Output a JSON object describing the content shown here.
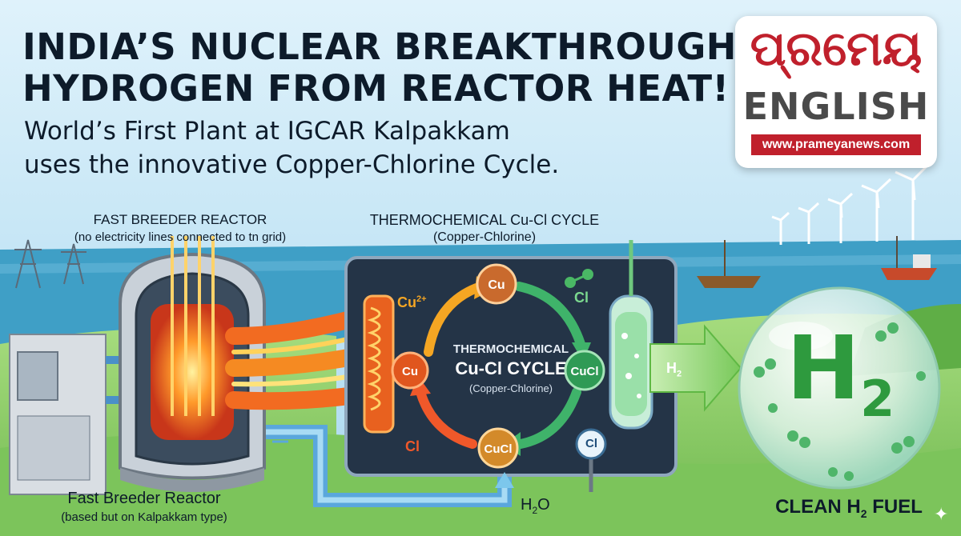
{
  "headline": {
    "line1": "INDIA’S NUCLEAR BREAKTHROUGH:",
    "line2": "HYDROGEN FROM REACTOR HEAT!"
  },
  "subheadline": {
    "line1": "World’s First Plant at IGCAR Kalpakkam",
    "line2": "uses the innovative Copper-Chlorine Cycle."
  },
  "logo": {
    "odia": "ପ୍ରମେୟ",
    "english": "ENGLISH",
    "url": "www.prameyanews.com"
  },
  "reactor": {
    "top_label": "FAST BREEDER REACTOR",
    "top_note": "(no electricity lines connected to tn grid)",
    "bottom_label": "Fast Breeder Reactor",
    "bottom_note": "(based but on Kalpakkam type)"
  },
  "cycle": {
    "top_label": "THERMOCHEMICAL Cu-Cl CYCLE",
    "top_note": "(Copper-Chlorine)",
    "center_line1": "THERMOCHEMICAL",
    "center_line2": "Cu-Cl CYCLE",
    "center_line3": "(Copper-Chlorine)",
    "nodes": {
      "cu_top": "Cu",
      "cu_left": "Cu",
      "cucl_right": "CuCl",
      "cucl_bottom": "CuCl"
    },
    "labels": {
      "cu2": "Cu",
      "cu2_sup": "2+",
      "cl_top": "Cl",
      "cl_bottom": "Cl",
      "cl_gauge": "Cl"
    }
  },
  "flows": {
    "h2_base": "H",
    "h2_sub": "2",
    "h2o_base": "H",
    "h2o_sub": "2",
    "h2o_tail": "O"
  },
  "output": {
    "bubble_base": "H",
    "bubble_sub": "2",
    "label_pre": "CLEAN H",
    "label_sub": "2",
    "label_post": " FUEL"
  },
  "colors": {
    "sky": "#bfe3f5",
    "sea": "#3f9fc6",
    "grass": "#8ccf6a",
    "panel": "#243447",
    "cycle_orange": "#f08a24",
    "cycle_green": "#3fb36a",
    "h2_green": "#2e9a3e",
    "brand_red": "#c0202c",
    "text_dark": "#0d1b2a"
  }
}
